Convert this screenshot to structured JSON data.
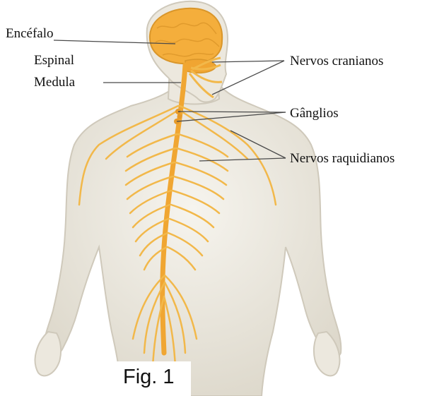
{
  "labels": {
    "encefalo": "Encéfalo",
    "espinal": "Espinal",
    "medula": "Medula",
    "nervos_cranianos": "Nervos cranianos",
    "ganglios": "Gânglios",
    "nervos_raquidianos": "Nervos raquidianos"
  },
  "caption": "Fig. 1",
  "colors": {
    "skin": "#ebe7dc",
    "skin_outline": "#cfc9bb",
    "nerve": "#f2b84a",
    "nerve_dark": "#d9962a",
    "brain": "#f4ae3c",
    "leader": "#4a4a4a"
  }
}
